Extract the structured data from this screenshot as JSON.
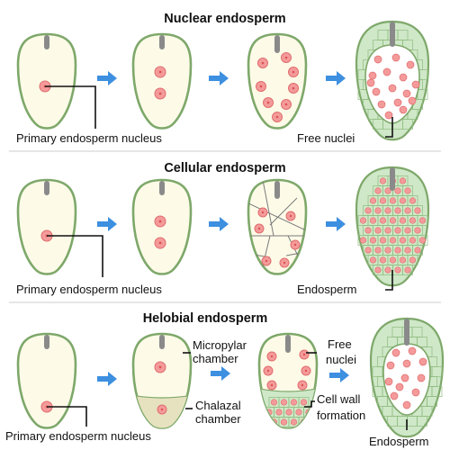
{
  "sections": [
    {
      "title": "Nuclear endosperm",
      "label_left": "Primary endosperm nucleus",
      "label_right": "Free nuclei"
    },
    {
      "title": "Cellular endosperm",
      "label_left": "Primary endosperm nucleus",
      "label_right": "Endosperm"
    },
    {
      "title": "Helobial endosperm",
      "label_left": "Primary endosperm nucleus",
      "micropylar": [
        "Micropylar",
        "chamber"
      ],
      "chalazal": [
        "Chalazal",
        "chamber"
      ],
      "free_nuclei": [
        "Free",
        "nuclei"
      ],
      "cell_wall": [
        "Cell wall",
        "formation"
      ],
      "label_right": "Endosperm"
    }
  ],
  "colors": {
    "seed_fill": "#fdfbe8",
    "seed_outline": "#7ea86a",
    "endosperm_cells": "#cfe8c8",
    "nucleus": "#f49a9a",
    "arrow": "#3d8fe0",
    "chalazal_chamber": "#e6e2bf"
  }
}
